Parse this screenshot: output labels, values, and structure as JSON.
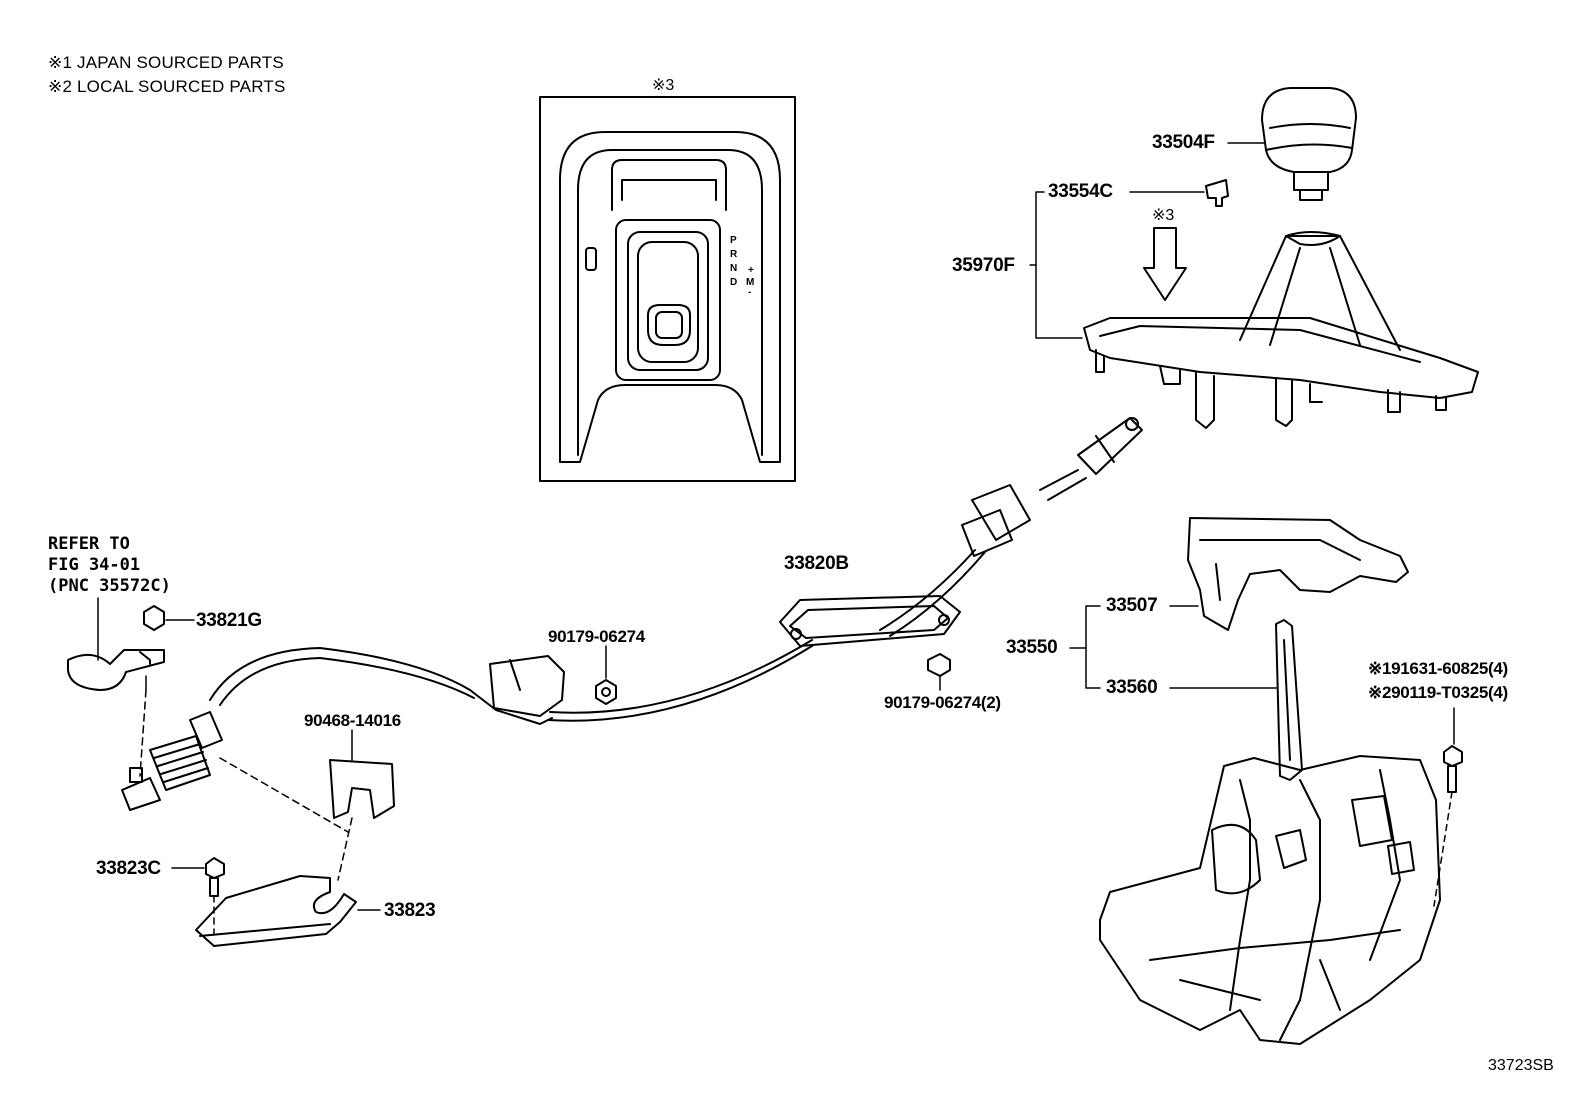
{
  "legend": {
    "note1": "※1 JAPAN SOURCED PARTS",
    "note2": "※2 LOCAL SOURCED PARTS"
  },
  "inset": {
    "mark": "※3",
    "pattern_letters": [
      "P",
      "R",
      "N",
      "D",
      "M",
      "+",
      "-"
    ]
  },
  "arrow_mark": "※3",
  "refer": {
    "line1": "REFER TO",
    "line2": "FIG 34-01",
    "line3": "(PNC 35572C)"
  },
  "parts": {
    "knob": "33504F",
    "clip": "33554C",
    "bezel": "35970F",
    "cable": "33820B",
    "clamp_nut": "33821G",
    "nut_a": "90179-06274",
    "nut_b": "90179-06274(2)",
    "retainer": "90468-14016",
    "bracket_bolt": "33823C",
    "bracket": "33823",
    "shifter_assy": "33550",
    "housing": "33507",
    "lever": "33560",
    "bolt_1": "※191631-60825(4)",
    "bolt_2": "※290119-T0325(4)"
  },
  "diagram_code": "33723SB",
  "colors": {
    "line": "#000000",
    "background": "#ffffff"
  }
}
